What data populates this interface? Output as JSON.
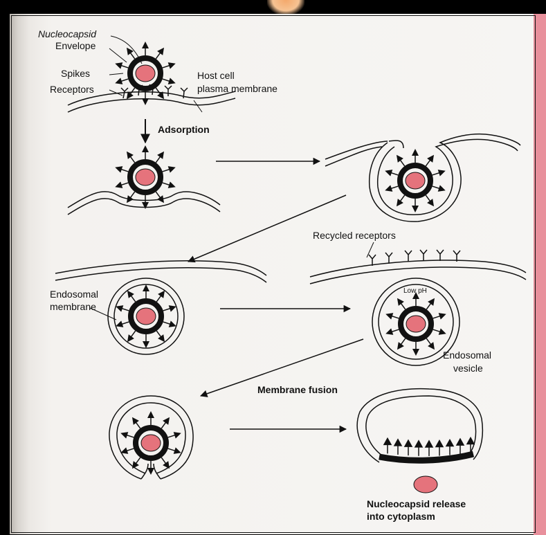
{
  "labels": {
    "nucleocapsid": "Nucleocapsid",
    "envelope": "Envelope",
    "spikes": "Spikes",
    "receptors": "Receptors",
    "host_cell_1": "Host cell",
    "host_cell_2": "plasma membrane",
    "adsorption": "Adsorption",
    "recycled_receptors": "Recycled receptors",
    "endosomal_membrane_1": "Endosomal",
    "endosomal_membrane_2": "membrane",
    "low_ph": "Low pH",
    "endosomal_vesicle_1": "Endosomal",
    "endosomal_vesicle_2": "vesicle",
    "membrane_fusion": "Membrane fusion",
    "release_1": "Nucleocapsid release",
    "release_2": "into cytoplasm"
  },
  "colors": {
    "nucleocapsid_fill": "#e5737c",
    "envelope": "#111111",
    "page_background": "#f5f4f2",
    "border_stripe": "#e8909c"
  }
}
